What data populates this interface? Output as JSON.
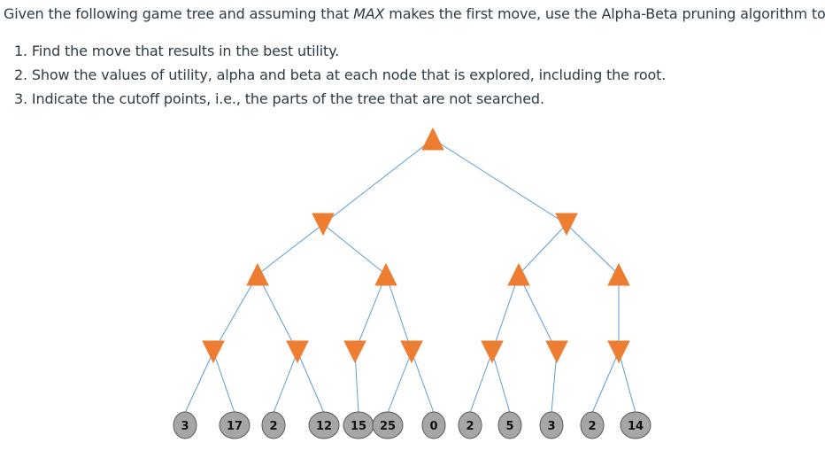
{
  "question": {
    "intro_before": "Given the following game tree and assuming that ",
    "intro_max": "MAX",
    "intro_after": " makes the first move, use the Alpha-Beta pruning algorithm to:",
    "steps": [
      "1. Find the move that results in the best utility.",
      "2. Show the values of utility, alpha and beta at each node that is explored, including the root.",
      "3. Indicate the cutoff points, i.e., the parts of the tree that are not searched."
    ]
  },
  "tree": {
    "colors": {
      "node_fill": "#ed7d31",
      "edge": "#5b9bd5",
      "leaf_fill": "#a6a6a6",
      "leaf_stroke": "#595959"
    },
    "nodes": [
      {
        "id": "root",
        "type": "max",
        "parent": null
      },
      {
        "id": "m1",
        "type": "min",
        "parent": "root"
      },
      {
        "id": "m2",
        "type": "min",
        "parent": "root"
      },
      {
        "id": "x1",
        "type": "max",
        "parent": "m1"
      },
      {
        "id": "x2",
        "type": "max",
        "parent": "m1"
      },
      {
        "id": "x3",
        "type": "max",
        "parent": "m2"
      },
      {
        "id": "x4",
        "type": "max",
        "parent": "m2"
      },
      {
        "id": "n1",
        "type": "min",
        "parent": "x1"
      },
      {
        "id": "n2",
        "type": "min",
        "parent": "x1"
      },
      {
        "id": "n3",
        "type": "min",
        "parent": "x2"
      },
      {
        "id": "n4",
        "type": "min",
        "parent": "x2"
      },
      {
        "id": "n5",
        "type": "min",
        "parent": "x3"
      },
      {
        "id": "n6",
        "type": "min",
        "parent": "x3"
      },
      {
        "id": "n7",
        "type": "min",
        "parent": "x4"
      }
    ],
    "leaves": [
      {
        "label": "3",
        "parent": "n1"
      },
      {
        "label": "17",
        "parent": "n1"
      },
      {
        "label": "2",
        "parent": "n2"
      },
      {
        "label": "12",
        "parent": "n2"
      },
      {
        "label": "15",
        "parent": "n3"
      },
      {
        "label": "25",
        "parent": "n4"
      },
      {
        "label": "0",
        "parent": "n4"
      },
      {
        "label": "2",
        "parent": "n5"
      },
      {
        "label": "5",
        "parent": "n5"
      },
      {
        "label": "3",
        "parent": "n6"
      },
      {
        "label": "2",
        "parent": "n7"
      },
      {
        "label": "14",
        "parent": "n7"
      }
    ]
  }
}
